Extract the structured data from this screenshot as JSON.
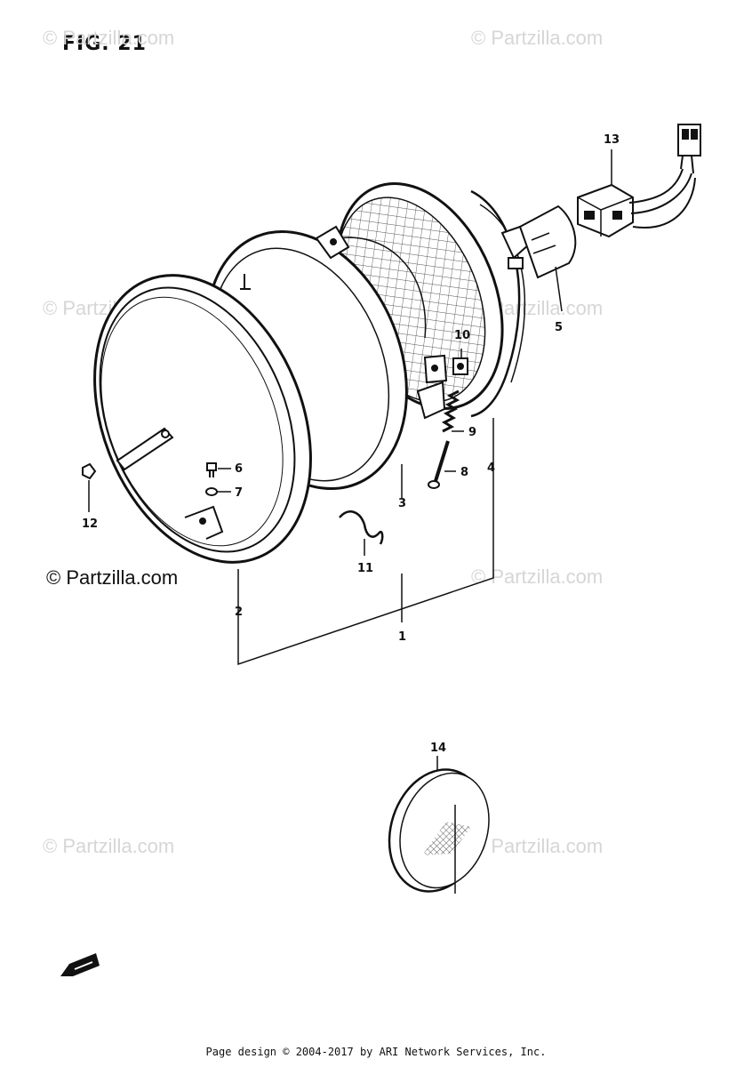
{
  "figure": {
    "title": "FIG. 21"
  },
  "watermarks": {
    "text": "© Partzilla.com",
    "prominent": "© Partzilla.com"
  },
  "callouts": {
    "c1": "1",
    "c2": "2",
    "c3": "3",
    "c4": "4",
    "c5": "5",
    "c6": "6",
    "c7": "7",
    "c8": "8",
    "c9": "9",
    "c10": "10",
    "c11": "11",
    "c12": "12",
    "c13": "13",
    "c14": "14"
  },
  "footer": {
    "text": "Page design © 2004-2017 by ARI Network Services, Inc."
  },
  "colors": {
    "ink": "#111111",
    "watermark": "#d6d6d6",
    "background": "#ffffff"
  },
  "icons": {
    "front_arrow": "front-direction-arrow-icon"
  }
}
